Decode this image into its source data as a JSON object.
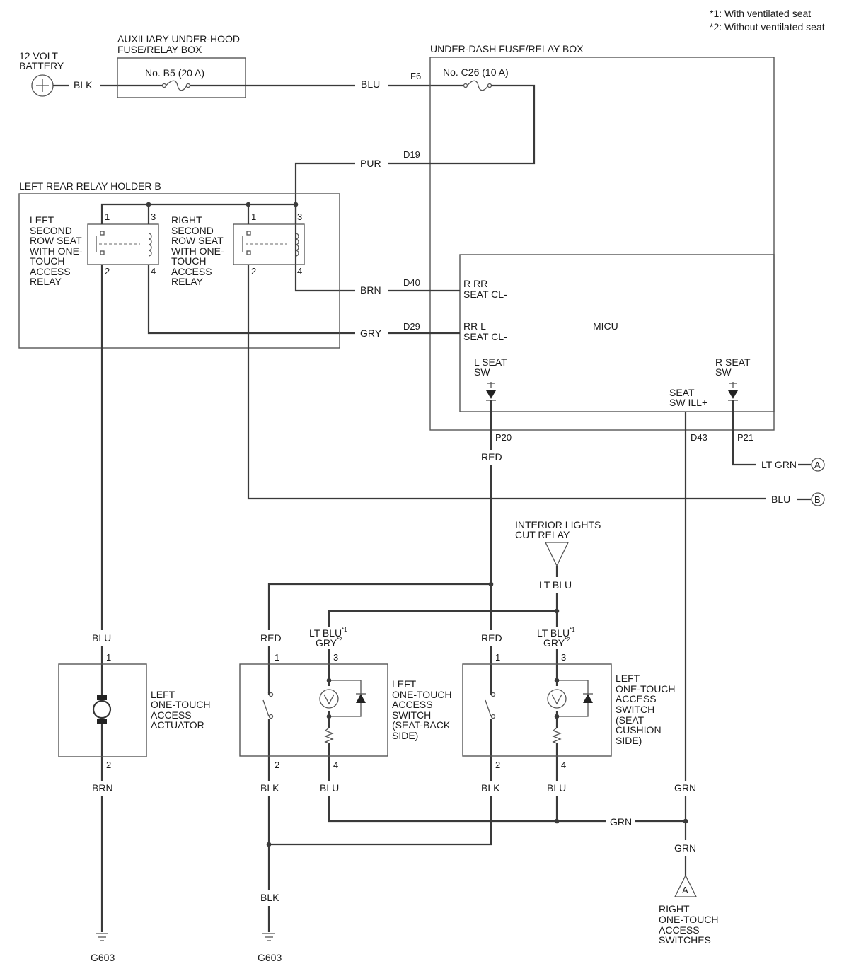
{
  "notes": {
    "note1": "*1: With ventilated seat",
    "note2": "*2: Without ventilated seat"
  },
  "battery": {
    "label_line1": "12 VOLT",
    "label_line2": "BATTERY"
  },
  "aux_box": {
    "title_line1": "AUXILIARY UNDER-HOOD",
    "title_line2": "FUSE/RELAY BOX",
    "fuse": "No. B5 (20 A)"
  },
  "underdash_box": {
    "title": "UNDER-DASH FUSE/RELAY BOX",
    "fuse": "No. C26 (10 A)"
  },
  "micu": {
    "label": "MICU",
    "rr_r_line1": "R RR",
    "rr_r_line2": "SEAT CL-",
    "rr_l_line1": "RR L",
    "rr_l_line2": "SEAT CL-",
    "lseat_line1": "L SEAT",
    "lseat_line2": "SW",
    "rseat_line1": "R SEAT",
    "rseat_line2": "SW",
    "seatill_line1": "SEAT",
    "seatill_line2": "SW ILL+"
  },
  "relay_holder": {
    "title": "LEFT REAR RELAY HOLDER B",
    "left_relay_lines": [
      "LEFT",
      "SECOND",
      "ROW SEAT",
      "WITH ONE-",
      "TOUCH",
      "ACCESS",
      "RELAY"
    ],
    "right_relay_lines": [
      "RIGHT",
      "SECOND",
      "ROW SEAT",
      "WITH ONE-",
      "TOUCH",
      "ACCESS",
      "RELAY"
    ],
    "pins": {
      "p1": "1",
      "p2": "2",
      "p3": "3",
      "p4": "4"
    }
  },
  "connectors": {
    "f6": "F6",
    "d19": "D19",
    "d40": "D40",
    "d29": "D29",
    "p20": "P20",
    "d43": "D43",
    "p21": "P21"
  },
  "wires": {
    "blk": "BLK",
    "blu": "BLU",
    "pur": "PUR",
    "brn": "BRN",
    "gry": "GRY",
    "red": "RED",
    "lt_grn": "LT GRN",
    "lt_blu": "LT BLU",
    "grn": "GRN"
  },
  "offpage": {
    "a": "A",
    "b": "B"
  },
  "interior_relay": {
    "line1": "INTERIOR LIGHTS",
    "line2": "CUT RELAY"
  },
  "switch_wire": {
    "ltblu": "LT BLU",
    "gry": "GRY",
    "star1": "*1",
    "star2": "*2"
  },
  "actuator": {
    "lines": [
      "LEFT",
      "ONE-TOUCH",
      "ACCESS",
      "ACTUATOR"
    ],
    "pin1": "1",
    "pin2": "2"
  },
  "switch_back": {
    "lines": [
      "LEFT",
      "ONE-TOUCH",
      "ACCESS",
      "SWITCH",
      "(SEAT-BACK",
      "SIDE)"
    ],
    "pin1": "1",
    "pin2": "2",
    "pin3": "3",
    "pin4": "4"
  },
  "switch_cushion": {
    "lines": [
      "LEFT",
      "ONE-TOUCH",
      "ACCESS",
      "SWITCH",
      "(SEAT",
      "CUSHION",
      "SIDE)"
    ],
    "pin1": "1",
    "pin2": "2",
    "pin3": "3",
    "pin4": "4"
  },
  "right_switches": {
    "lines": [
      "RIGHT",
      "ONE-TOUCH",
      "ACCESS",
      "SWITCHES"
    ]
  },
  "grounds": {
    "g1": "G603",
    "g2": "G603"
  }
}
